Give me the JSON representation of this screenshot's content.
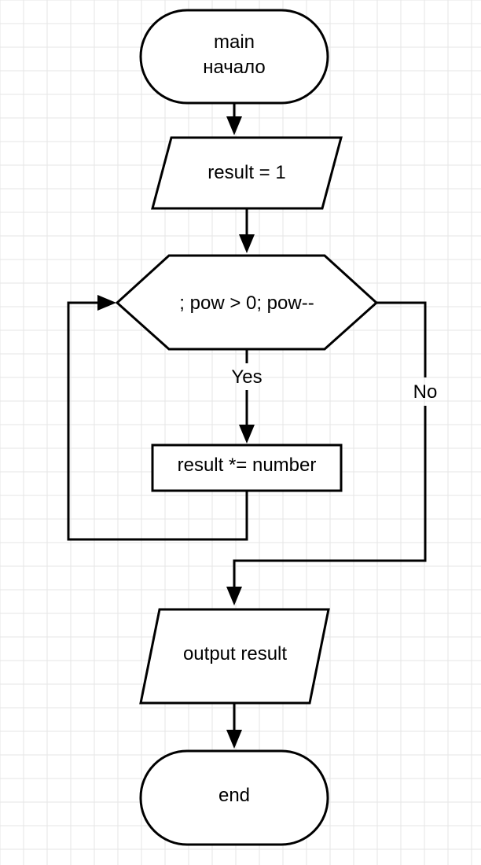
{
  "diagram": {
    "start": {
      "line1": "main",
      "line2": "начало"
    },
    "init": {
      "label": "result = 1"
    },
    "loop": {
      "label": "; pow > 0; pow--"
    },
    "body": {
      "label": "result *= number"
    },
    "output": {
      "label": "output result"
    },
    "end": {
      "label": "end"
    },
    "edges": {
      "yes_label": "Yes",
      "no_label": "No"
    }
  }
}
